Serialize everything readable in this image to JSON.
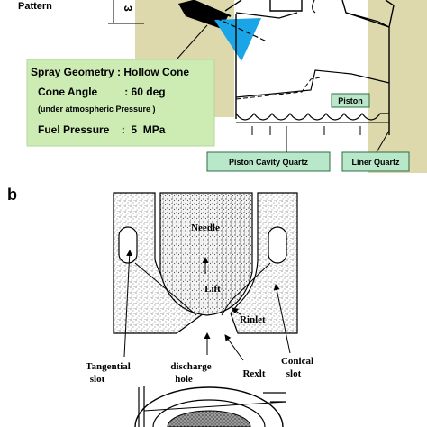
{
  "panel_a": {
    "top_label": "Pattern",
    "dimension_digit": "3",
    "spec_title": "Spray Geometry : Hollow Cone",
    "cone_angle": "Cone Angle         : 60 deg",
    "cone_note": "(under atmospheric Pressure )",
    "fuel_pressure": "Fuel Pressure    :  5  MPa",
    "piston_label": "Piston",
    "cavity_label": "Piston Cavity Quartz",
    "liner_label": "Liner Quartz"
  },
  "panel_b": {
    "letter": "b",
    "needle": "Needle",
    "lift": "Lift",
    "rinlet": "Rinlet",
    "tangential_1": "Tangential",
    "tangential_2": "slot",
    "discharge_1": "discharge",
    "discharge_2": "hole",
    "rexit": "Rexlt",
    "conical_1": "Conical",
    "conical_2": "slot"
  },
  "colors": {
    "khaki": "#ddd9ad",
    "spray_blue": "#1aa6e6",
    "label_green": "#b9e7c9",
    "label_green_border": "#2f6b44",
    "spec_green": "#ccecb4"
  }
}
